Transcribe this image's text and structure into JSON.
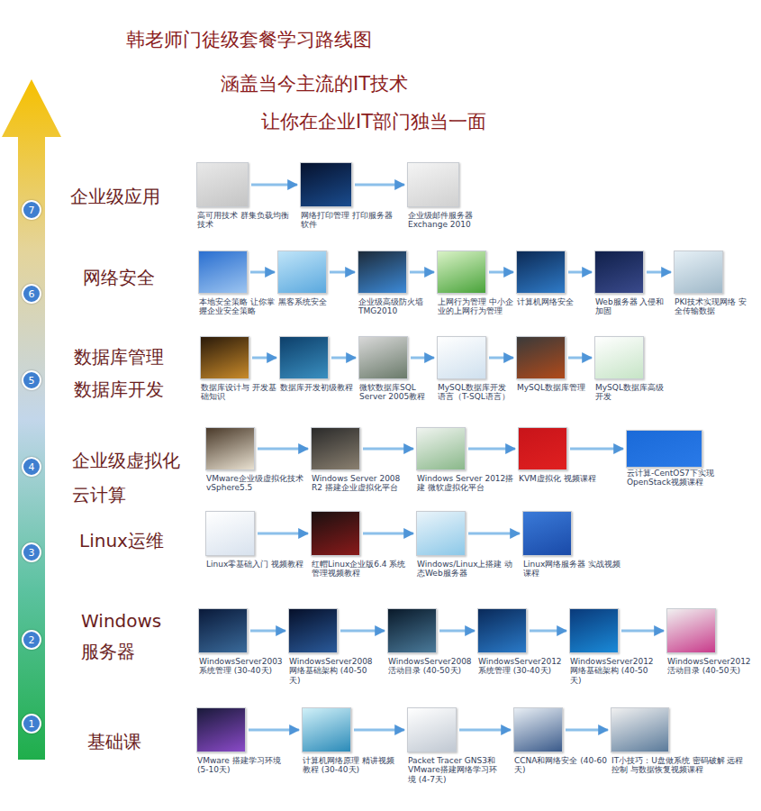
{
  "diagram": {
    "title": "韩老师门徒级套餐学习路线图",
    "nodes": [
      {
        "text": [
          "7"
        ]
      },
      {
        "text": [
          "高可用技术 群集负载均衡技术"
        ]
      },
      {
        "text": [
          "网络打印管理 打印服务器软件"
        ]
      },
      {
        "text": [
          "企业级邮件服务器 Exchange 2010"
        ]
      },
      {
        "text": [
          "6"
        ]
      },
      {
        "text": [
          "本地安全策略 让你掌握企业安全策略"
        ]
      },
      {
        "text": [
          "黑客系统安全"
        ]
      },
      {
        "text": [
          "企业级高级防火墙 TMG2010"
        ]
      },
      {
        "text": [
          "上网行为管理 中小企业的上网行为管理"
        ]
      },
      {
        "text": [
          "计算机网络安全"
        ]
      },
      {
        "text": [
          "Web服务器 入侵和加固"
        ]
      },
      {
        "text": [
          "PKI技术实现网络 安全传输数据"
        ]
      },
      {
        "text": [
          "5"
        ]
      },
      {
        "text": [
          "数据库设计与 开发基础知识"
        ]
      },
      {
        "text": [
          "数据库开发初级教程"
        ]
      },
      {
        "text": [
          "微软数据库SQL Server 2005教程"
        ]
      },
      {
        "text": [
          "MySQL数据库开发 语言（T-SQL语言）"
        ]
      },
      {
        "text": [
          "MySQL数据库管理"
        ]
      },
      {
        "text": [
          "MySQL数据库高级开发"
        ]
      },
      {
        "text": [
          "4"
        ]
      },
      {
        "text": [
          "VMware企业级虚拟化技术vSphere5.5"
        ]
      },
      {
        "text": [
          "Windows Server 2008 R2 搭建企业虚拟化平台"
        ]
      },
      {
        "text": [
          "Windows Server 2012搭建 微软虚拟化平台"
        ]
      },
      {
        "text": [
          "KVM虚拟化 视频课程"
        ]
      },
      {
        "text": [
          "云计算-CentOS7下实现 OpenStack视频课程"
        ]
      },
      {
        "text": [
          "3"
        ]
      },
      {
        "text": [
          "Linux零基础入门 视频教程"
        ]
      },
      {
        "text": [
          "红帽Linux企业版6.4 系统管理视频教程"
        ]
      },
      {
        "text": [
          "Windows/Linux上搭建 动态Web服务器"
        ]
      },
      {
        "text": [
          "Linux网络服务器 实战视频课程"
        ]
      },
      {
        "text": [
          "2"
        ]
      },
      {
        "text": [
          "WindowsServer2003 系统管理 (30-40天)"
        ]
      },
      {
        "text": [
          "WindowsServer2008 网络基础架构 (40-50天)"
        ]
      },
      {
        "text": [
          "WindowsServer2008 活动目录 (40-50天)"
        ]
      },
      {
        "text": [
          "WindowsServer2012 系统管理 (30-40天)"
        ]
      },
      {
        "text": [
          "WindowsServer2012 网络基础架构 (40-50天)"
        ]
      },
      {
        "text": [
          "WindowsServer2012 活动目录 (40-50天)"
        ]
      },
      {
        "text": [
          "1"
        ]
      },
      {
        "text": [
          "VMware 搭建学习环境 (5-10天)"
        ]
      },
      {
        "text": [
          "计算机网络原理 精讲视频教程 (30-40天)"
        ]
      },
      {
        "text": [
          "Packet Tracer GNS3和 VMware搭建网络学习环境 (4-7天)"
        ]
      },
      {
        "text": [
          "CCNA和网络安全 (40-60天)"
        ]
      },
      {
        "text": [
          "IT小技巧：U盘做系统 密码破解 远程控制 与数据恢复视频课程"
        ]
      }
    ],
    "edges": [
      {
        "from": 1,
        "to": 2,
        "arrow": "to"
      },
      {
        "from": 2,
        "to": 3,
        "arrow": "to"
      },
      {
        "from": 5,
        "to": 6,
        "arrow": "to"
      },
      {
        "from": 6,
        "to": 7,
        "arrow": "to"
      },
      {
        "from": 7,
        "to": 8,
        "arrow": "to"
      },
      {
        "from": 8,
        "to": 9,
        "arrow": "to"
      },
      {
        "from": 9,
        "to": 10,
        "arrow": "to"
      },
      {
        "from": 10,
        "to": 11,
        "arrow": "to"
      },
      {
        "from": 13,
        "to": 14,
        "arrow": "to"
      },
      {
        "from": 14,
        "to": 15,
        "arrow": "to"
      },
      {
        "from": 15,
        "to": 16,
        "arrow": "to"
      },
      {
        "from": 16,
        "to": 17,
        "arrow": "to"
      },
      {
        "from": 17,
        "to": 18,
        "arrow": "to"
      },
      {
        "from": 20,
        "to": 21,
        "arrow": "to"
      },
      {
        "from": 21,
        "to": 22,
        "arrow": "to"
      },
      {
        "from": 22,
        "to": 23,
        "arrow": "to"
      },
      {
        "from": 23,
        "to": 24,
        "arrow": "to"
      },
      {
        "from": 26,
        "to": 27,
        "arrow": "to"
      },
      {
        "from": 27,
        "to": 28,
        "arrow": "to"
      },
      {
        "from": 28,
        "to": 29,
        "arrow": "to"
      },
      {
        "from": 31,
        "to": 32,
        "arrow": "to"
      },
      {
        "from": 32,
        "to": 33,
        "arrow": "to"
      },
      {
        "from": 33,
        "to": 34,
        "arrow": "to"
      },
      {
        "from": 34,
        "to": 35,
        "arrow": "to"
      },
      {
        "from": 35,
        "to": 36,
        "arrow": "to"
      },
      {
        "from": 38,
        "to": 39,
        "arrow": "to"
      },
      {
        "from": 39,
        "to": 40,
        "arrow": "to"
      },
      {
        "from": 40,
        "to": 41,
        "arrow": "to"
      },
      {
        "from": 41,
        "to": 42,
        "arrow": "to"
      }
    ],
    "labels": [
      "涵盖当今主流的IT技术",
      "让你在企业IT部门独当一面",
      "企业级应用",
      "网络安全",
      "数据库管理 数据库开发",
      "企业级虚拟化 云计算",
      "Linux运维",
      "Windows 服务器",
      "基础课"
    ]
  }
}
